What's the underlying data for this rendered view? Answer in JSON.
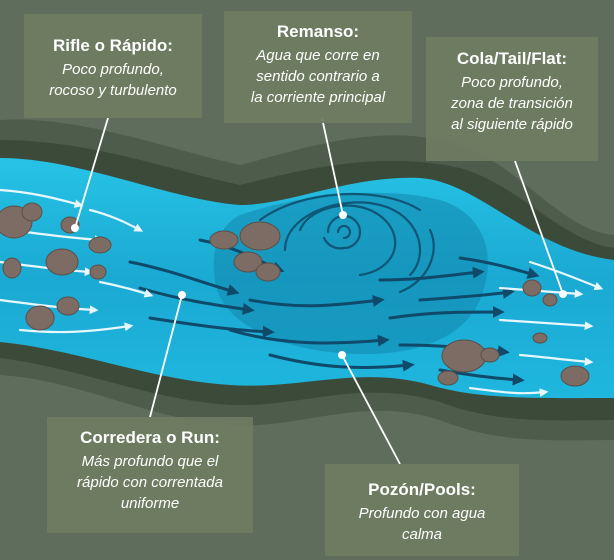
{
  "colors": {
    "background": "#5f6e5c",
    "bank_outer": "#4e5c4b",
    "bank_inner": "#3c4a3a",
    "water": "#1eb6dc",
    "water_deep": "#1287ad",
    "arrow_dark": "#0f4a6a",
    "arrow_light": "#e6f7fd",
    "rock": "#7c6c63",
    "callout_bg": "#6e7c62",
    "text": "#ffffff"
  },
  "callouts": {
    "rifle": {
      "title": "Rifle o Rápido:",
      "description": [
        "Poco profundo,",
        "rocoso y turbulento"
      ]
    },
    "remanso": {
      "title": "Remanso:",
      "description": [
        "Agua que corre en",
        "sentido contrario a",
        "la corriente principal"
      ]
    },
    "cola": {
      "title": "Cola/Tail/Flat:",
      "description": [
        "Poco profundo,",
        "zona de transición",
        "al siguiente rápido"
      ]
    },
    "corredera": {
      "title": "Corredera o Run:",
      "description": [
        "Más profundo que el",
        "rápido con correntada",
        "uniforme"
      ]
    },
    "pozon": {
      "title": "Pozón/Pools:",
      "description": [
        "Profundo con agua",
        "calma"
      ]
    }
  }
}
